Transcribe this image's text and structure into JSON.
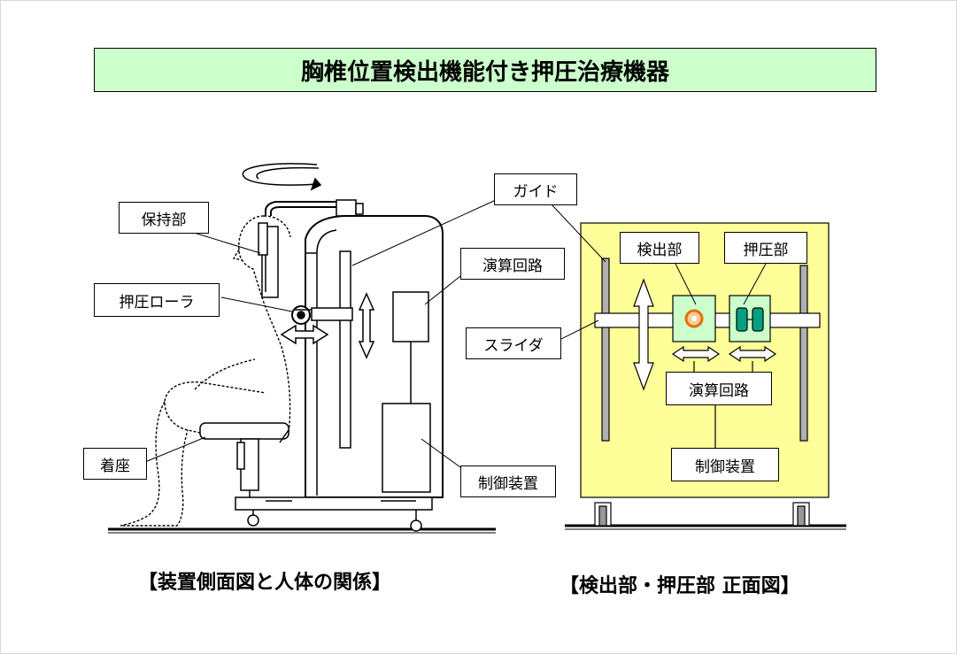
{
  "title": "胸椎位置検出機能付き押圧治療機器",
  "side_view": {
    "caption": "【装置側面図と人体の関係】",
    "labels": {
      "holder": "保持部",
      "roller": "押圧ローラ",
      "seat": "着座",
      "guide": "ガイド",
      "circuit": "演算回路",
      "controller": "制御装置"
    }
  },
  "front_view": {
    "caption": "【検出部・押圧部  正面図】",
    "labels": {
      "detector": "検出部",
      "presser": "押圧部",
      "slider": "スライダ",
      "circuit": "演算回路",
      "controller": "制御装置"
    }
  },
  "colors": {
    "title_bg": "#ccffcc",
    "panel_bg": "#ffff99",
    "unit_bg": "#ccffcc",
    "detector_ring": "#e07000",
    "presser_pad": "#00a080"
  }
}
